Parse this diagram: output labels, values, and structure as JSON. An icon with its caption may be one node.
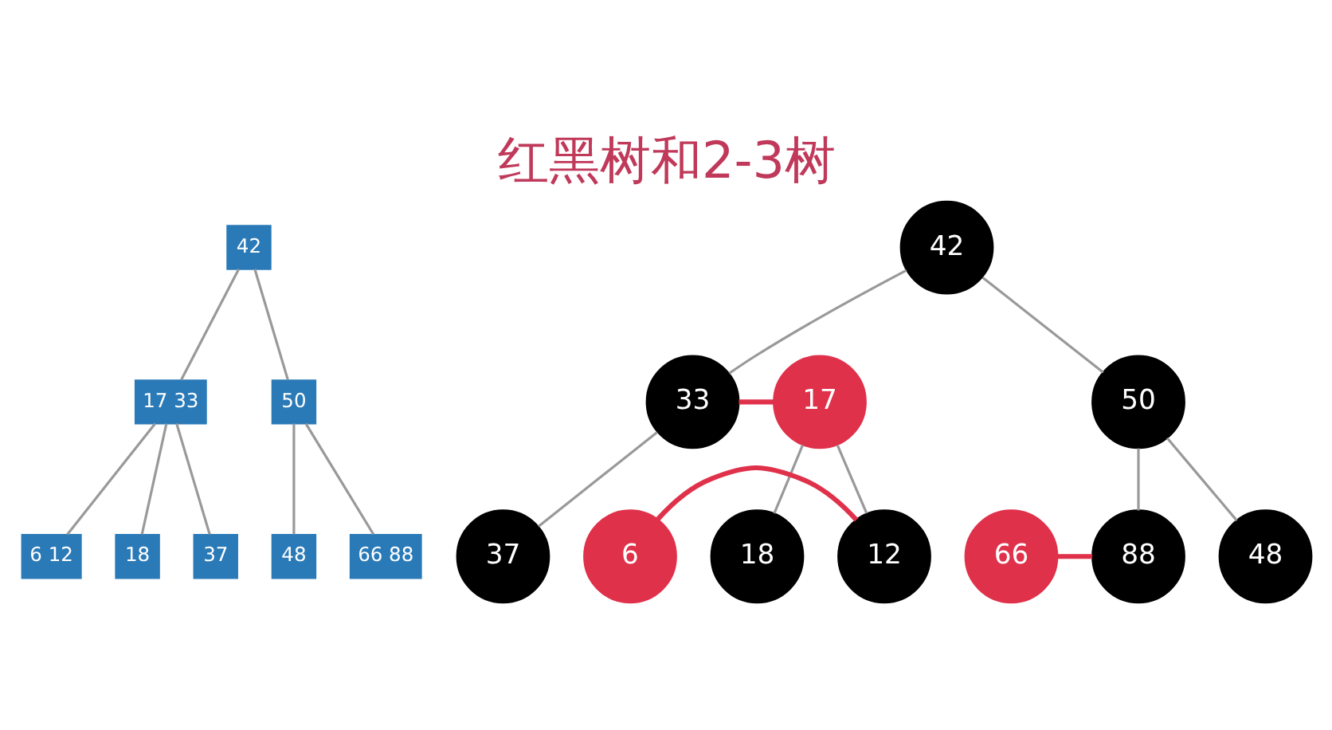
{
  "diagram": {
    "title": "红黑树和2-3树",
    "nodes": [
      {
        "text": [
          "42"
        ]
      },
      {
        "text": [
          "17 33"
        ]
      },
      {
        "text": [
          "50"
        ]
      },
      {
        "text": [
          "6 12"
        ]
      },
      {
        "text": [
          "18"
        ]
      },
      {
        "text": [
          "37"
        ]
      },
      {
        "text": [
          "48"
        ]
      },
      {
        "text": [
          "66 88"
        ]
      },
      {
        "text": [
          "42"
        ]
      },
      {
        "text": [
          "17"
        ]
      },
      {
        "text": [
          "33"
        ]
      },
      {
        "text": [
          "50"
        ]
      },
      {
        "text": [
          "6"
        ]
      },
      {
        "text": [
          "12"
        ]
      },
      {
        "text": [
          "18"
        ]
      },
      {
        "text": [
          "37"
        ]
      },
      {
        "text": [
          "48"
        ]
      },
      {
        "text": [
          "66"
        ]
      },
      {
        "text": [
          "88"
        ]
      }
    ],
    "edges": [
      {
        "from": 0,
        "to": 1,
        "arrow": "none"
      },
      {
        "from": 0,
        "to": 2,
        "arrow": "none"
      },
      {
        "from": 1,
        "to": 3,
        "arrow": "none"
      },
      {
        "from": 1,
        "to": 4,
        "arrow": "none"
      },
      {
        "from": 1,
        "to": 5,
        "arrow": "none"
      },
      {
        "from": 2,
        "to": 6,
        "arrow": "none"
      },
      {
        "from": 2,
        "to": 7,
        "arrow": "none"
      },
      {
        "from": 8,
        "to": 10,
        "arrow": "none"
      },
      {
        "from": 8,
        "to": 11,
        "arrow": "none"
      },
      {
        "from": 9,
        "to": 10,
        "arrow": "none",
        "color": "#e0314b"
      },
      {
        "from": 9,
        "to": 13,
        "arrow": "none"
      },
      {
        "from": 9,
        "to": 14,
        "arrow": "none"
      },
      {
        "from": 10,
        "to": 15,
        "arrow": "none"
      },
      {
        "from": 12,
        "to": 13,
        "arrow": "none",
        "color": "#e0314b"
      },
      {
        "from": 11,
        "to": 16,
        "arrow": "none"
      },
      {
        "from": 11,
        "to": 18,
        "arrow": "none"
      },
      {
        "from": 17,
        "to": 18,
        "arrow": "none",
        "color": "#e0314b"
      }
    ]
  }
}
